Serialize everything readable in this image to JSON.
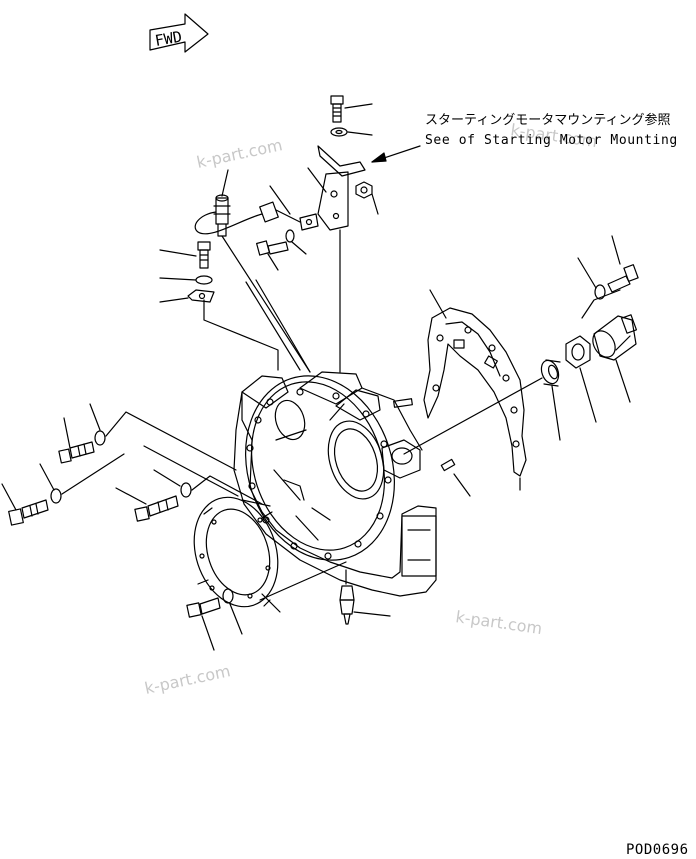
{
  "fwd_label": "FWD",
  "note": {
    "japanese": "スターティングモータマウンティング参照",
    "english": "See of Starting Motor Mounting"
  },
  "watermarks": [
    "k-part.com",
    "k-part.com",
    "k-part.com",
    "k-part.com"
  ],
  "drawing_code": "POD0696"
}
